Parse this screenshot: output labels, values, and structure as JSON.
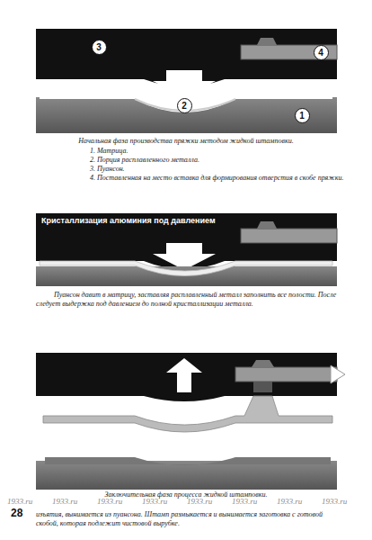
{
  "diagram": {
    "nodes": [
      {
        "text": [
          "3"
        ]
      },
      {
        "text": [
          "4"
        ]
      },
      {
        "text": [
          "2"
        ]
      },
      {
        "text": [
          "1"
        ]
      }
    ],
    "labels": [
      "Начальная фаза производства пряжки методом жидкой штамповки.",
      "1. Матрица.",
      "2. Порция расплавленного металла.",
      "3. Пуансон.",
      "4. Поставленная на место вставка для формирования отверстия в скобе пряжки.",
      "Кристаллизация алюминия под давлением",
      "Пуансон давит в матрицу, заставляя расплавленный металл заполнить все полости. После следует выдержка под давлением до полной кристаллизации металла.",
      "Заключительная фаза процесса жидкой штамповки.",
      "изъятия, вынимается из пуансона. Штамп размыкается и вынимается заготовка с готовой скобой, которая подлежит чистовой вырубке.",
      "1933.ru",
      "1933.ru",
      "1933.ru",
      "1933.ru",
      "1933.ru",
      "1933.ru",
      "1933.ru",
      "1933.ru",
      "28"
    ]
  }
}
